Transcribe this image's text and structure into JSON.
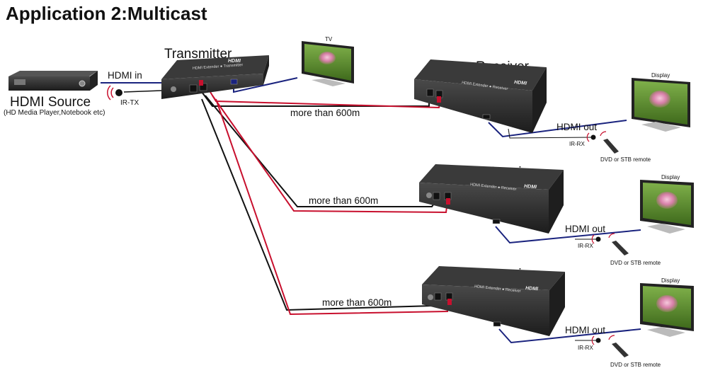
{
  "title": "Application 2:Multicast",
  "source": {
    "label": "HDMI Source",
    "sublabel": "(HD Media Player,Notebook etc)",
    "cable_label": "HDMI in",
    "ir_label": "IR-TX"
  },
  "transmitter": {
    "label": "Transmitter",
    "panel_text": "HDMI Extender ● Transmitter",
    "logo": "HDMI"
  },
  "tv": {
    "label": "TV"
  },
  "receivers": [
    {
      "label": "Receiver",
      "panel_text": "HDMI Extender ● Receiver",
      "logo": "HDMI",
      "link_label": "more than 600m",
      "out_label": "HDMI out",
      "ir_label": "IR-RX",
      "remote_label": "DVD or STB remote",
      "display_label": "Display"
    },
    {
      "label": "Receiver",
      "panel_text": "HDMI Extender ● Receiver",
      "logo": "HDMI",
      "link_label": "more than 600m",
      "out_label": "HDMI out",
      "ir_label": "IR-RX",
      "remote_label": "DVD or STB remote",
      "display_label": "Display"
    },
    {
      "label": "Receiver",
      "panel_text": "HDMI Extender ● Receiver",
      "logo": "HDMI",
      "link_label": "more than 600m",
      "out_label": "HDMI out",
      "ir_label": "IR-RX",
      "remote_label": "DVD or STB remote",
      "display_label": "Display"
    }
  ],
  "colors": {
    "cable_black": "#111111",
    "cable_red": "#c8102e",
    "hdmi_cable": "#1a237e",
    "device": "#2b2b2b"
  }
}
